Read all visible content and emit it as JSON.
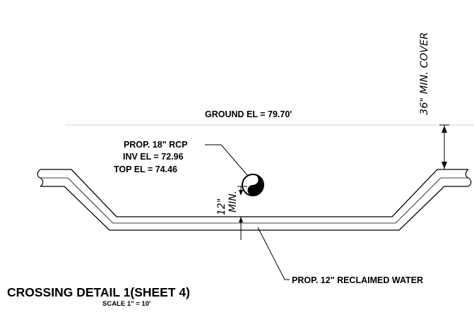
{
  "labels": {
    "ground_el": "GROUND EL = 79.70'",
    "rcp_line1": "PROP. 18\" RCP",
    "rcp_line2": "INV EL = 72.96",
    "rcp_line3": "TOP EL = 74.46",
    "clearance_value": "12\"",
    "clearance_min": "MIN.",
    "cover": "36\" MIN. COVER",
    "water_main": "PROP. 12\" RECLAIMED WATER",
    "title": "CROSSING DETAIL 1(SHEET 4)",
    "scale": "SCALE 1\" = 10'"
  }
}
